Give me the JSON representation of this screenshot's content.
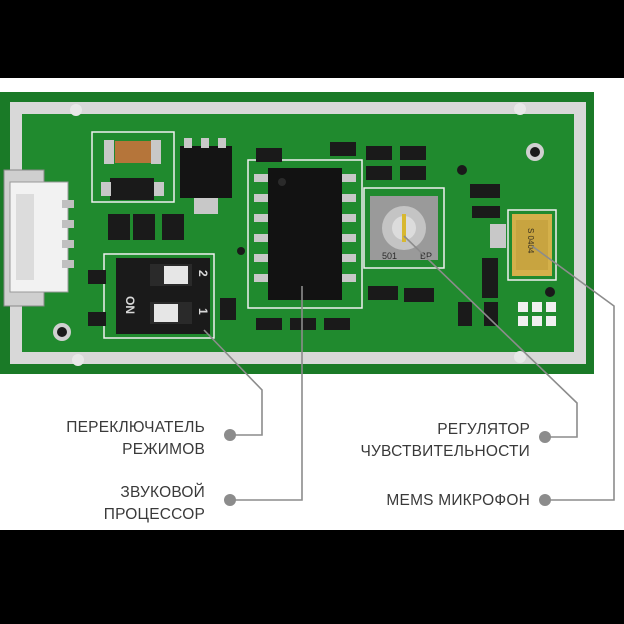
{
  "image": {
    "subject": "green circuit board",
    "background_color": "#000000",
    "board_color": "#1f8a2c",
    "accent_colors": {
      "panel": "#ffffff",
      "leader_line": "#8c8c8c",
      "dot": "#8c8c8c",
      "label_text": "#3a3a3a"
    }
  },
  "dip_switch": {
    "on_label": "ON",
    "num_1": "1",
    "num_2": "2"
  },
  "potentiometer": {
    "code": "501",
    "marks": "BP"
  },
  "microphone": {
    "text": "S 0404"
  },
  "callouts": {
    "mode_switch": {
      "line1": "ПЕРЕКЛЮЧАТЕЛЬ",
      "line2": "РЕЖИМОВ"
    },
    "sound_processor": {
      "line1": "ЗВУКОВОЙ",
      "line2": "ПРОЦЕССОР"
    },
    "sensitivity": {
      "line1": "РЕГУЛЯТОР",
      "line2": "ЧУВСТВИТЕЛЬНОСТИ"
    },
    "mems_mic": {
      "line1": "MEMS МИКРОФОН"
    }
  }
}
